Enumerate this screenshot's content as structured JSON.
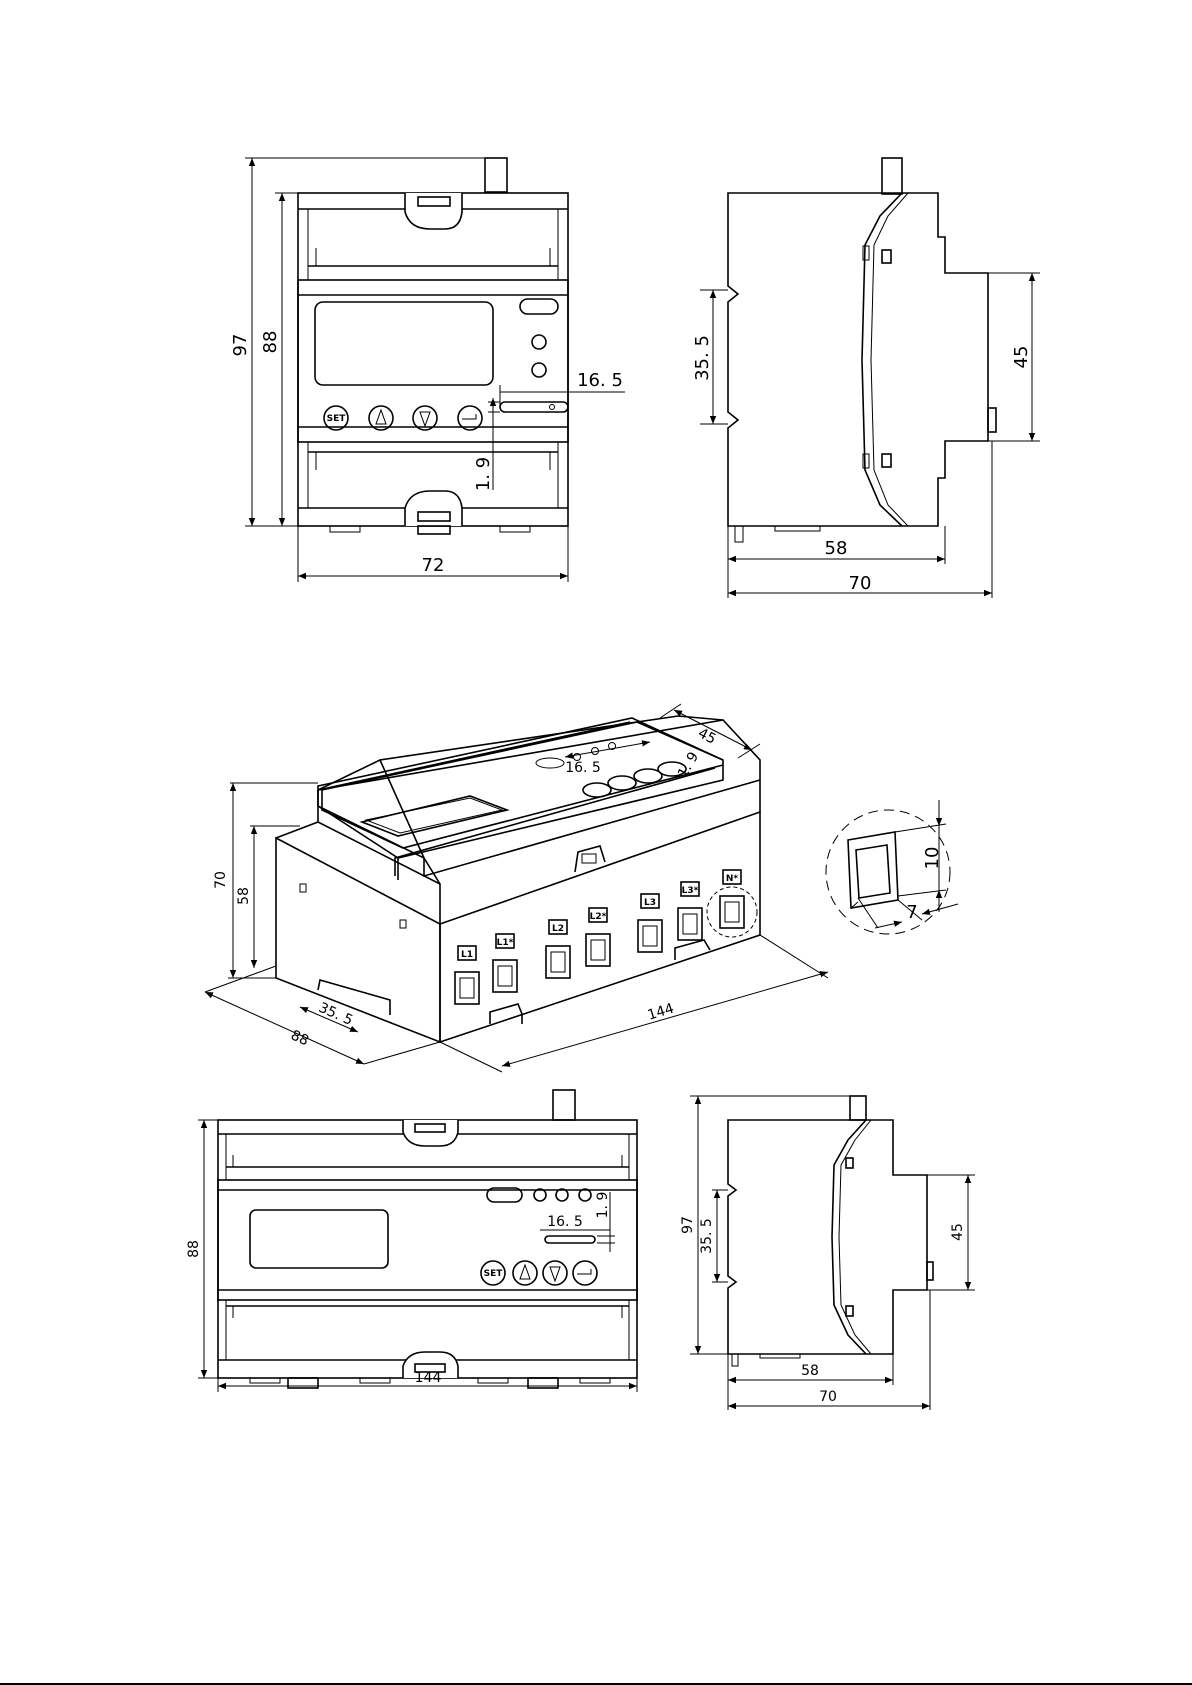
{
  "front_view_1": {
    "height_total": "97",
    "height_body": "88",
    "width": "72",
    "slot_width": "16. 5",
    "slot_height": "1. 9",
    "buttons": [
      "SET"
    ]
  },
  "side_view_1": {
    "rail": "35. 5",
    "depth_body": "58",
    "depth_total": "70",
    "height_step": "45"
  },
  "iso_view": {
    "height_total": "70",
    "height_body": "58",
    "width_top": "45",
    "slot_width": "16. 5",
    "slot_height": "1. 9",
    "depth": "88",
    "rail": "35. 5",
    "length": "144",
    "terminals": [
      "L1",
      "L1*",
      "L2",
      "L2*",
      "L3",
      "L3*",
      "N*"
    ]
  },
  "detail_view": {
    "hole_height": "10",
    "hole_width": "7"
  },
  "front_view_2": {
    "height_body": "88",
    "width": "144",
    "slot_width": "16. 5",
    "slot_height": "1. 9",
    "buttons": [
      "SET"
    ]
  },
  "side_view_2": {
    "height_total": "97",
    "rail": "35. 5",
    "height_step": "45",
    "depth_body": "58",
    "depth_total": "70"
  }
}
